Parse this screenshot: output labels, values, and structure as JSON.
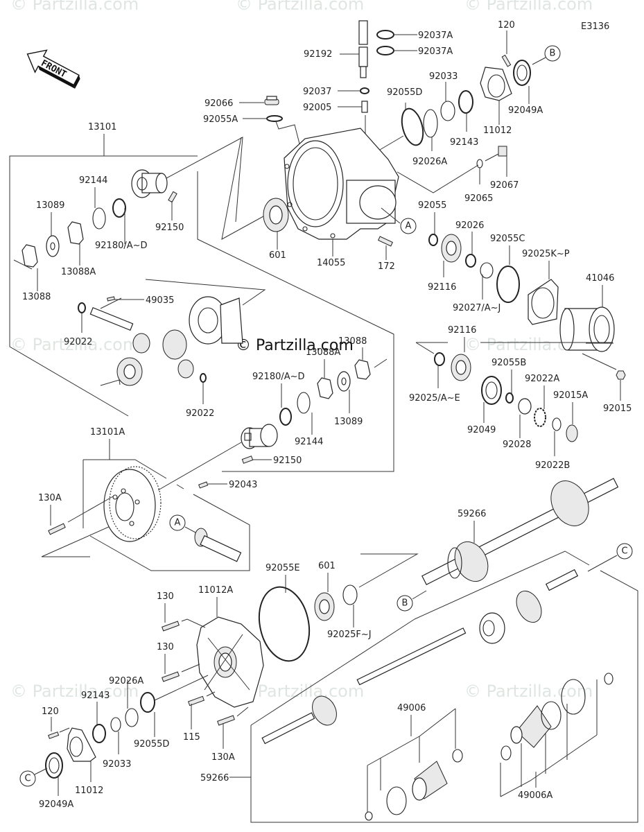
{
  "diagram": {
    "code": "E3136",
    "direction_label": "FRONT",
    "watermark": "© Partzilla.com",
    "callouts": {
      "a": "A",
      "b": "B",
      "c": "C"
    }
  },
  "labels": {
    "p92037a_1": "92037A",
    "p92037a_2": "92037A",
    "p92192": "92192",
    "p120_top": "120",
    "p92037": "92037",
    "p92005": "92005",
    "p92055d_top": "92055D",
    "p92033_top": "92033",
    "p92049a_top": "92049A",
    "p11012_top": "11012",
    "p92143_top": "92143",
    "p92026a_top": "92026A",
    "p92067": "92067",
    "p92065": "92065",
    "p92066": "92066",
    "p92055a": "92055A",
    "p13101": "13101",
    "p92144_top": "92144",
    "p13089_top": "13089",
    "p92150_top": "92150",
    "p92180_top": "92180/A~D",
    "p13088a_top": "13088A",
    "p13088_top": "13088",
    "p601_top": "601",
    "p14055": "14055",
    "p172": "172",
    "p92055": "92055",
    "p92026": "92026",
    "p92055c": "92055C",
    "p92025kp": "92025K~P",
    "p41046": "41046",
    "p92116_a": "92116",
    "p92027": "92027/A~J",
    "p49035": "49035",
    "p92022_a": "92022",
    "p92022_b": "92022",
    "p13088_mid": "13088",
    "p13088a_mid": "13088A",
    "p92180_mid": "92180/A~D",
    "p92144_mid": "92144",
    "p13089_mid": "13089",
    "p92150_mid": "92150",
    "p92116_b": "92116",
    "p92025ae": "92025/A~E",
    "p92055b": "92055B",
    "p92022a": "92022A",
    "p92015a": "92015A",
    "p92015": "92015",
    "p92049": "92049",
    "p92028": "92028",
    "p92022b": "92022B",
    "p13101a": "13101A",
    "p92043": "92043",
    "p130a_top": "130A",
    "p59266_top": "59266",
    "p92055e": "92055E",
    "p601_bot": "601",
    "p92025fj": "92025F~J",
    "p130_1": "130",
    "p11012a": "11012A",
    "p130_2": "130",
    "p92026a_bot": "92026A",
    "p92143_bot": "92143",
    "p120_bot": "120",
    "p92055d_bot": "92055D",
    "p115": "115",
    "p130a_bot": "130A",
    "p92033_bot": "92033",
    "p11012_bot": "11012",
    "p92049a_bot": "92049A",
    "p59266_bot": "59266",
    "p49006": "49006",
    "p49006a": "49006A"
  }
}
